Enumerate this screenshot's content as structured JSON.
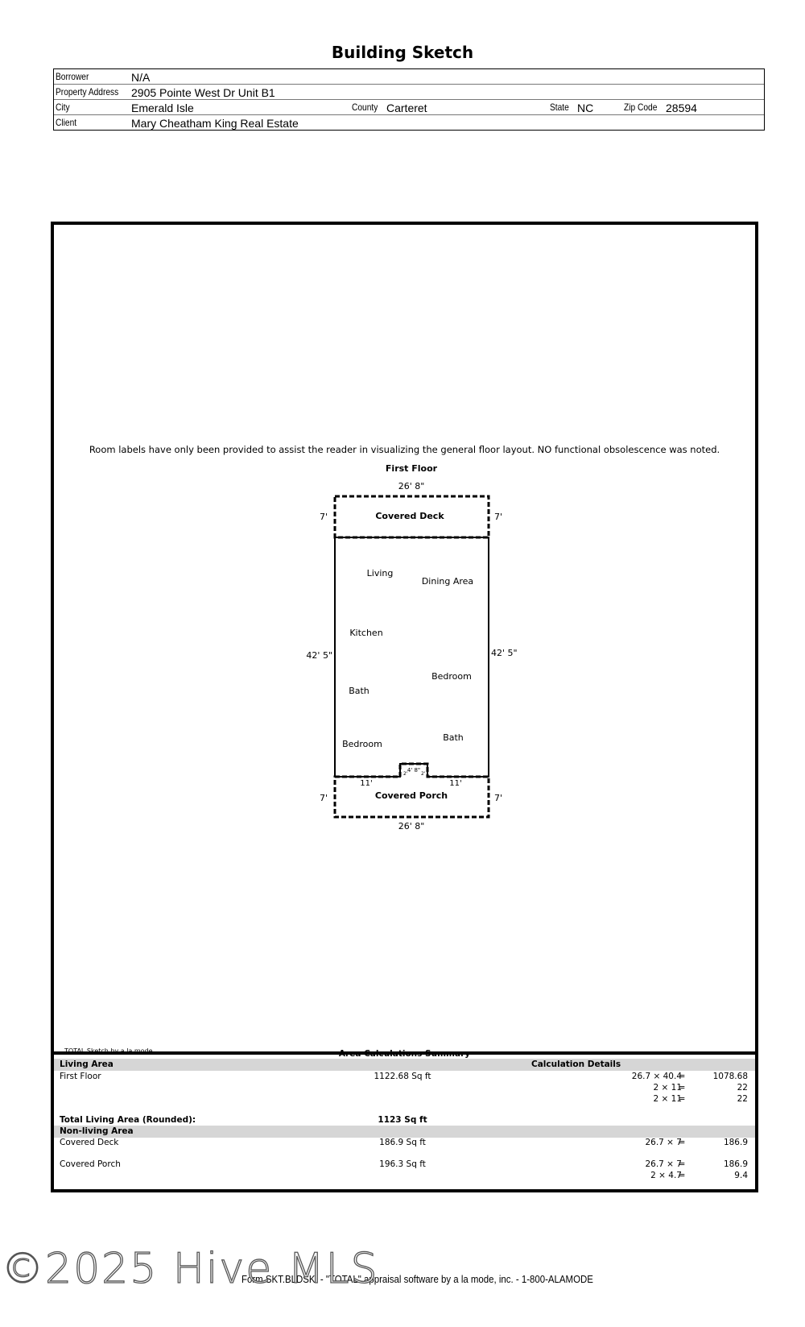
{
  "title": "Building Sketch",
  "header": {
    "borrower_label": "Borrower",
    "borrower": "N/A",
    "address_label": "Property Address",
    "address": "2905 Pointe West Dr Unit B1",
    "city_label": "City",
    "city": "Emerald Isle",
    "county_label": "County",
    "county": "Carteret",
    "state_label": "State",
    "state": "NC",
    "zip_label": "Zip Code",
    "zip": "28594",
    "client_label": "Client",
    "client": "Mary Cheatham King Real Estate"
  },
  "sketch": {
    "note": "Room labels have only been provided to assist the reader in visualizing the general floor layout. NO functional obsolescence was noted.",
    "floor_title": "First Floor",
    "deck_label": "Covered Deck",
    "porch_label": "Covered Porch",
    "rooms": {
      "living": "Living",
      "dining": "Dining Area",
      "kitchen": "Kitchen",
      "bath1": "Bath",
      "bedroom1": "Bedroom",
      "bedroom2": "Bedroom",
      "bath2": "Bath"
    },
    "dims": {
      "top_width": "26' 8\"",
      "bottom_width": "26' 8\"",
      "deck_left": "7'",
      "deck_right": "7'",
      "left_height": "42' 5\"",
      "right_height": "42' 5\"",
      "porch_left": "7'",
      "porch_right": "7'",
      "porch_seg_left": "11'",
      "porch_seg_right": "11'",
      "notch_width": "4' 8\"",
      "notch_left": "2'",
      "notch_right": "2'"
    },
    "credit": "TOTAL Sketch by a la mode"
  },
  "calc": {
    "title": "Area Calculations Summary",
    "living_header": "Living Area",
    "details_header": "Calculation Details",
    "first_floor_label": "First Floor",
    "first_floor_area": "1122.68 Sq ft",
    "ff_calcs": [
      {
        "expr": "26.7 × 40.4",
        "eq": "=",
        "val": "1078.68"
      },
      {
        "expr": "2 × 11",
        "eq": "=",
        "val": "22"
      },
      {
        "expr": "2 × 11",
        "eq": "=",
        "val": "22"
      }
    ],
    "total_label": "Total Living Area (Rounded):",
    "total_value": "1123 Sq ft",
    "nonliving_header": "Non-living Area",
    "deck_label": "Covered Deck",
    "deck_area": "186.9 Sq ft",
    "deck_calcs": [
      {
        "expr": "26.7 × 7",
        "eq": "=",
        "val": "186.9"
      }
    ],
    "porch_label": "Covered Porch",
    "porch_area": "196.3 Sq ft",
    "porch_calcs": [
      {
        "expr": "26.7 × 7",
        "eq": "=",
        "val": "186.9"
      },
      {
        "expr": "2 × 4.7",
        "eq": "=",
        "val": "9.4"
      }
    ]
  },
  "footer": "Form SKT.BLDSKI - \"TOTAL\" appraisal software by a la mode, inc. - 1-800-ALAMODE",
  "watermark": "©2025 Hive MLS"
}
